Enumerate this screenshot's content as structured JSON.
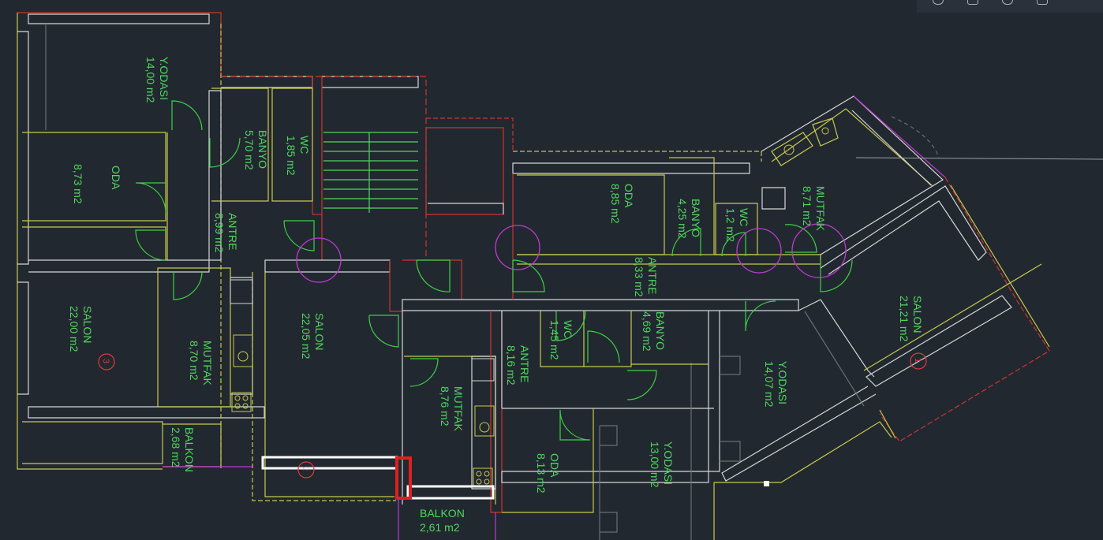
{
  "toolbar": {
    "icons": [
      "zoom-icon",
      "pan-icon",
      "orbit-icon",
      "fullscreen-icon"
    ]
  },
  "rooms": [
    {
      "id": "y-odasi-nw",
      "label": "Y.ODASI",
      "area": "14,00 m2"
    },
    {
      "id": "banyo-n",
      "label": "BANYO",
      "area": "5,70 m2"
    },
    {
      "id": "wc-n",
      "label": "WC",
      "area": "1,85 m2"
    },
    {
      "id": "oda-nw",
      "label": "ODA",
      "area": "8,73 m2"
    },
    {
      "id": "antre-nw",
      "label": "ANTRE",
      "area": "8,99 m2"
    },
    {
      "id": "salon-w",
      "label": "SALON",
      "area": "22,00 m2"
    },
    {
      "id": "mutfak-w",
      "label": "MUTFAK",
      "area": "8,70 m2"
    },
    {
      "id": "salon-c",
      "label": "SALON",
      "area": "22,05 m2"
    },
    {
      "id": "balkon-w",
      "label": "BALKON",
      "area": "2,68 m2"
    },
    {
      "id": "mutfak-c",
      "label": "MUTFAK",
      "area": "8,76 m2"
    },
    {
      "id": "balkon-s",
      "label": "BALKON",
      "area": "2,61 m2"
    },
    {
      "id": "antre-c",
      "label": "ANTRE",
      "area": "8,16 m2"
    },
    {
      "id": "wc-c",
      "label": "WC",
      "area": "1,45 m2"
    },
    {
      "id": "banyo-c",
      "label": "BANYO",
      "area": "4,69 m2"
    },
    {
      "id": "oda-s",
      "label": "ODA",
      "area": "8,13 m2"
    },
    {
      "id": "y-odasi-s",
      "label": "Y.ODASI",
      "area": "13,00 m2"
    },
    {
      "id": "y-odasi-se",
      "label": "Y.ODASI",
      "area": "14,07 m2"
    },
    {
      "id": "oda-ne",
      "label": "ODA",
      "area": "8,85 m2"
    },
    {
      "id": "banyo-ne",
      "label": "BANYO",
      "area": "4,25 m2"
    },
    {
      "id": "wc-ne",
      "label": "WC",
      "area": "1,2 m2"
    },
    {
      "id": "antre-ne",
      "label": "ANTRE",
      "area": "8,33 m2"
    },
    {
      "id": "mutfak-e",
      "label": "MUTFAK",
      "area": "8,71 m2"
    },
    {
      "id": "salon-e",
      "label": "SALON",
      "area": "21,21 m2"
    }
  ],
  "markers": [
    {
      "id": "marker-3",
      "text": "3"
    },
    {
      "id": "marker-1",
      "text": "1"
    },
    {
      "id": "marker-2",
      "text": "2"
    }
  ]
}
